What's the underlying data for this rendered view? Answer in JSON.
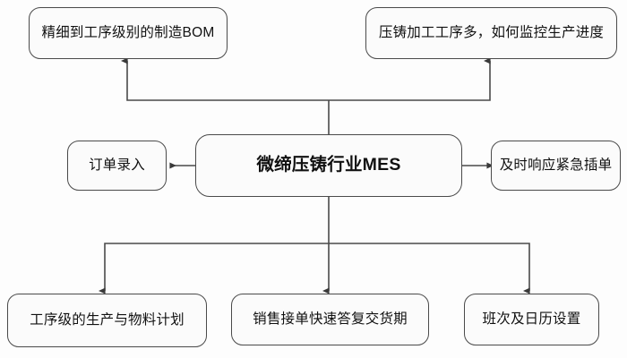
{
  "diagram": {
    "type": "flowchart",
    "title_node": "微缔压铸行业MES",
    "stroke_color": "#4a4a4a",
    "node_fill": "#fbfbfb",
    "background": "#fdfdfd",
    "nodes": [
      {
        "id": "bom",
        "label": "精细到工序级别的制造BOM"
      },
      {
        "id": "progress",
        "label": "压铸加工工序多，如何监控生产进度"
      },
      {
        "id": "order",
        "label": "订单录入"
      },
      {
        "id": "mes",
        "label": "微缔压铸行业MES"
      },
      {
        "id": "urgent",
        "label": "及时响应紧急插单"
      },
      {
        "id": "plan",
        "label": "工序级的生产与物料计划"
      },
      {
        "id": "delivery",
        "label": "销售接单快速答复交货期"
      },
      {
        "id": "shift",
        "label": "班次及日历设置"
      }
    ],
    "edges": [
      {
        "from": "mes",
        "to": "bom",
        "direction": "up"
      },
      {
        "from": "mes",
        "to": "progress",
        "direction": "up"
      },
      {
        "from": "mes",
        "to": "order",
        "direction": "left"
      },
      {
        "from": "mes",
        "to": "urgent",
        "direction": "right"
      },
      {
        "from": "mes",
        "to": "plan",
        "direction": "down"
      },
      {
        "from": "mes",
        "to": "delivery",
        "direction": "down"
      },
      {
        "from": "mes",
        "to": "shift",
        "direction": "down"
      }
    ]
  }
}
